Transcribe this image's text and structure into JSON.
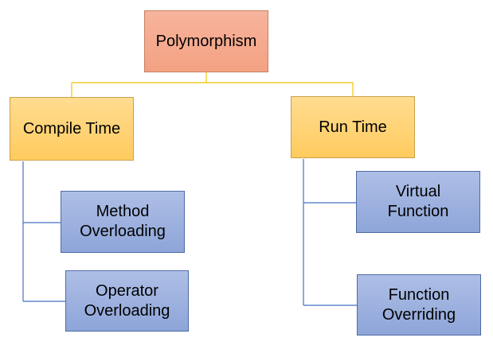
{
  "diagram": {
    "root": {
      "label": "Polymorphism"
    },
    "branches": [
      {
        "label": "Compile Time",
        "children": [
          {
            "label": "Method\nOverloading"
          },
          {
            "label": "Operator\nOverloading"
          }
        ]
      },
      {
        "label": "Run Time",
        "children": [
          {
            "label": "Virtual\nFunction"
          },
          {
            "label": "Function\nOverriding"
          }
        ]
      }
    ],
    "colors": {
      "root_fill": "#f4a88b",
      "category_fill": "#ffd26f",
      "leaf_fill": "#9db1df",
      "root_connector": "#f2c400",
      "leaf_connector": "#4472c4"
    }
  }
}
